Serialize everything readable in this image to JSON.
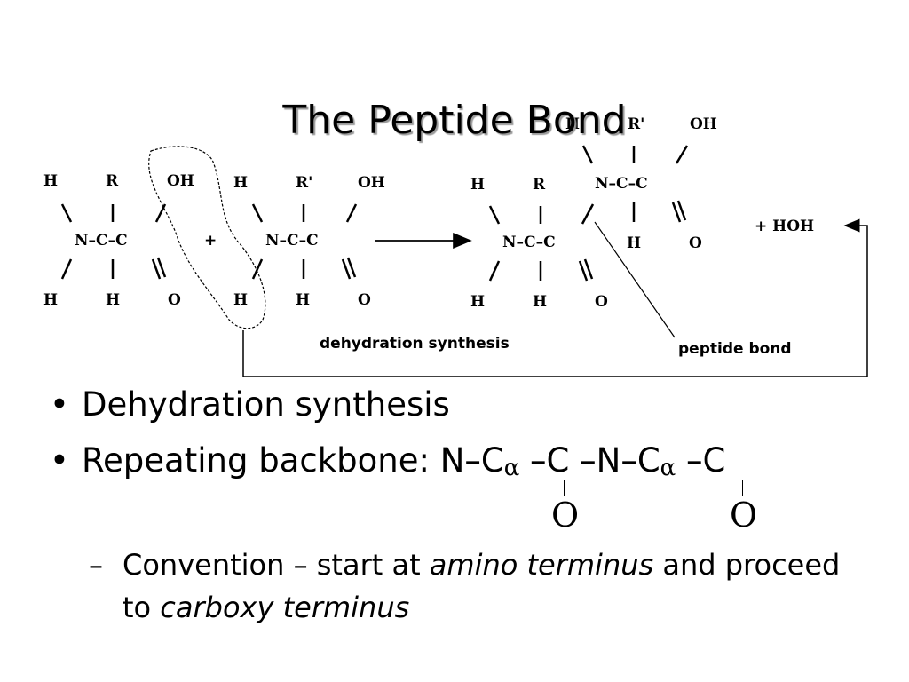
{
  "slide": {
    "title": "The Peptide Bond",
    "bullets": [
      {
        "marker": "•",
        "text": "Dehydration synthesis"
      },
      {
        "marker": "•",
        "prefix": "Repeating backbone: ",
        "b1": "N–C",
        "alpha1": "α",
        "b2": " –C –N–C",
        "alpha2": "α",
        "b3": " –C",
        "oxygen1": "O",
        "oxygen2": "O"
      }
    ],
    "sub_bullet": {
      "marker": "–",
      "t1": "Convention – start at ",
      "i1": "amino terminus",
      "t2": " and proceed to ",
      "i2": "carboxy terminus"
    }
  },
  "diagram": {
    "atoms": {
      "H": "H",
      "R": "R",
      "R_prime": "R'",
      "OH": "OH",
      "N": "N",
      "C": "C",
      "O": "O"
    },
    "chain1": "N–C–C",
    "chain_product": "N–C–C",
    "plus": "+",
    "water": "+ HOH",
    "reaction_label": "dehydration synthesis",
    "bond_label": "peptide bond"
  }
}
